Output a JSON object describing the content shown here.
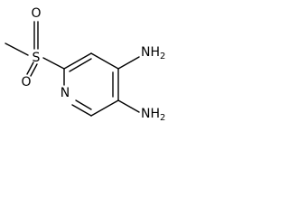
{
  "molecule": {
    "atoms": {
      "o_top": "O",
      "o_bottom": "O",
      "sulfur": "S",
      "ring_nitrogen": "N",
      "amine_upper": {
        "main": "NH",
        "sub": "2"
      },
      "amine_lower": {
        "main": "NH",
        "sub": "2"
      }
    },
    "colors": {
      "bond": "#000000",
      "label": "#000000",
      "background": "#ffffff"
    }
  }
}
